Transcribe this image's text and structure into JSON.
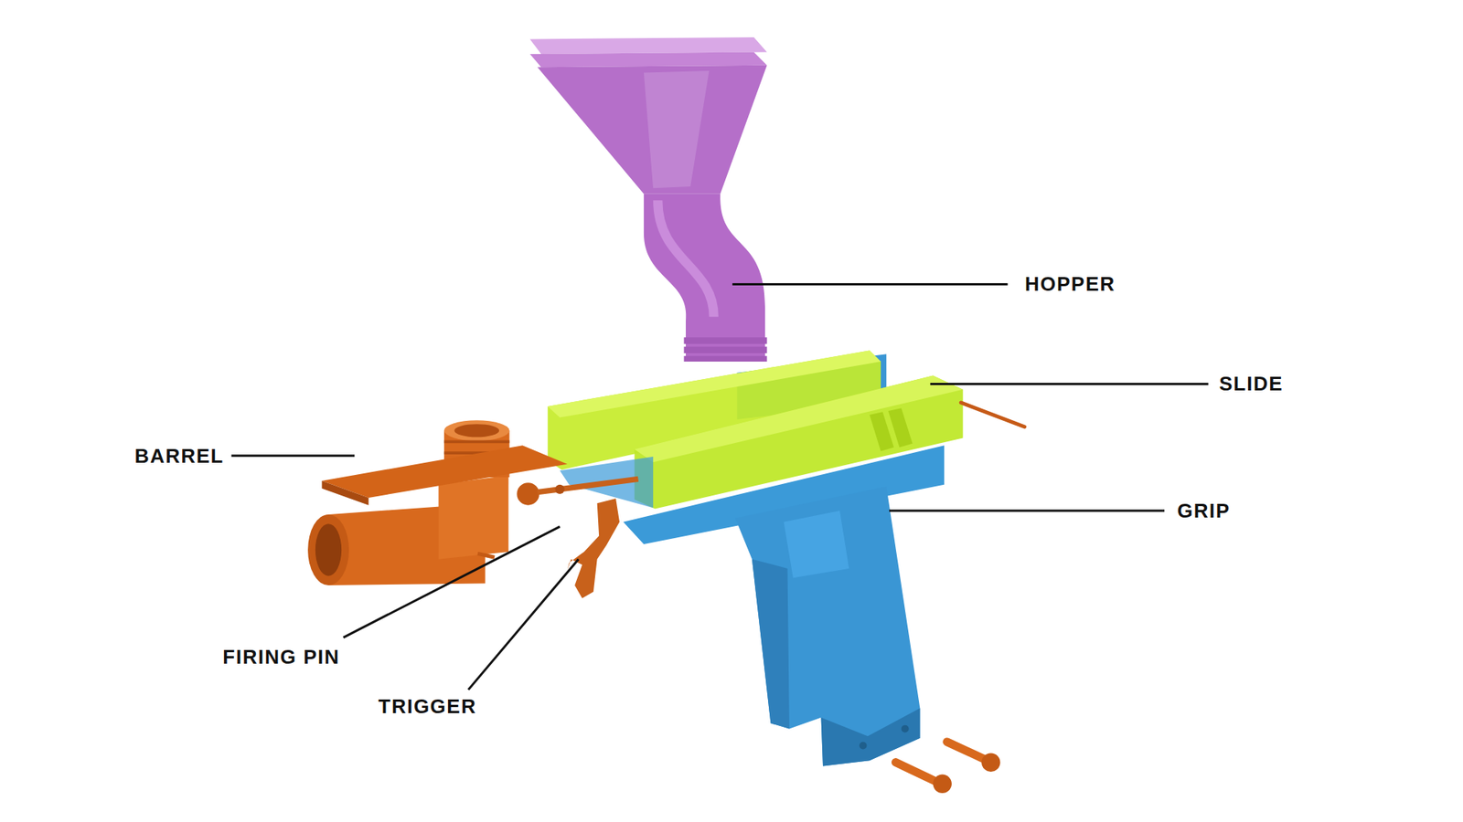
{
  "diagram": {
    "labels": [
      "HOPPER",
      "SLIDE",
      "GRIP",
      "BARREL",
      "FIRING PIN",
      "TRIGGER"
    ]
  }
}
